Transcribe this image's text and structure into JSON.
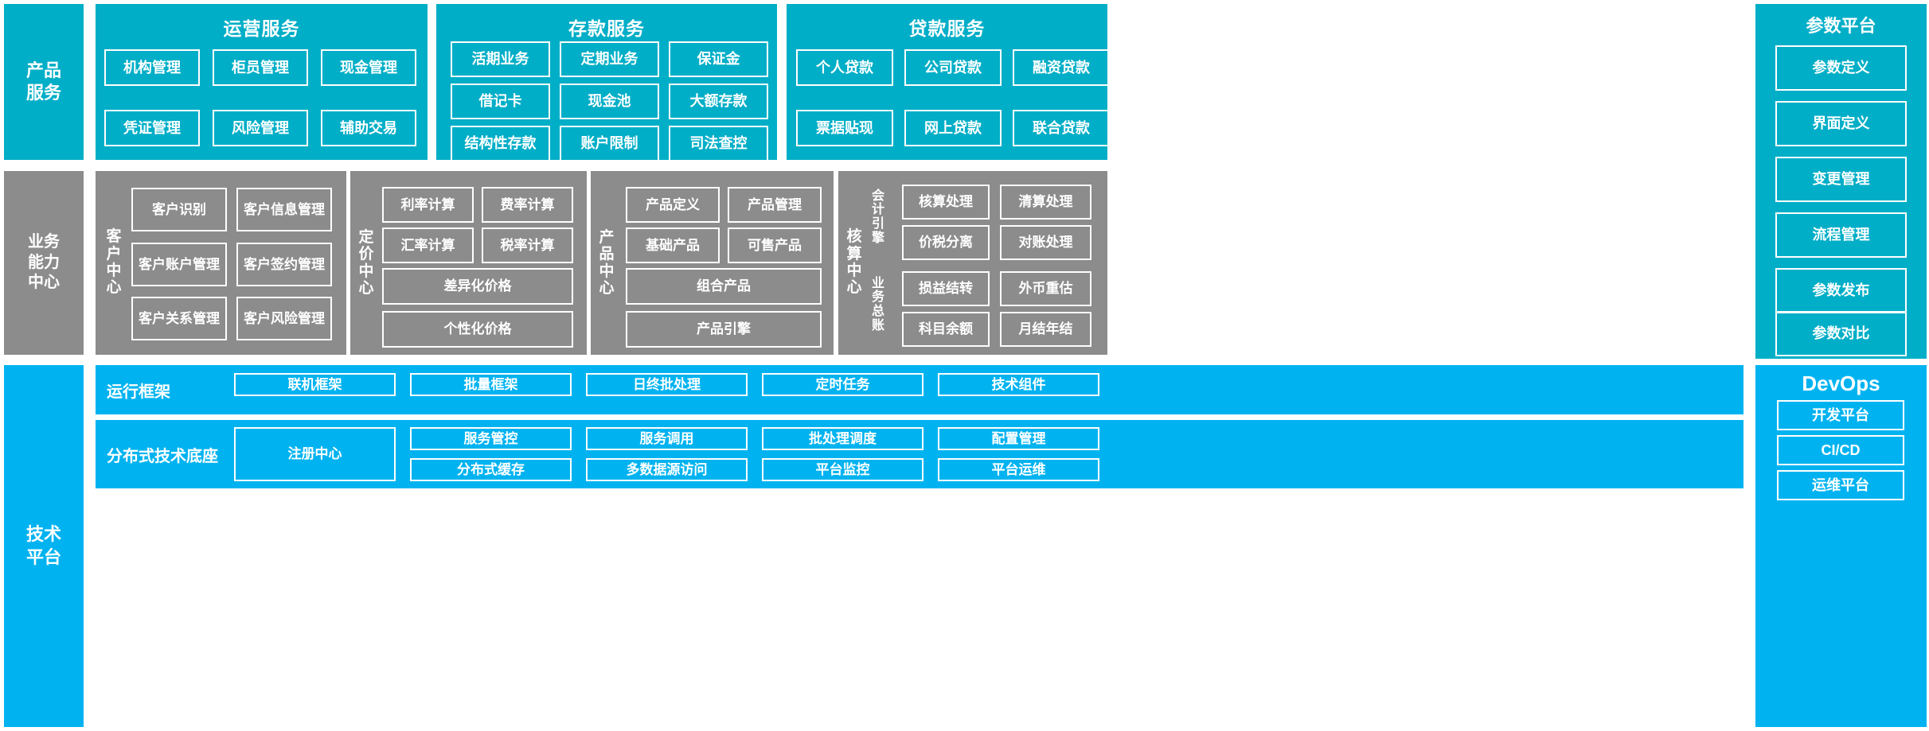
{
  "colors": {
    "teal": "#00AEC7",
    "gray": "#8C8C8C",
    "blue": "#00B3F0",
    "border": "#FFFFFF",
    "background": "#FFFFFF"
  },
  "layers": {
    "product_service": {
      "label": "产品\n服务",
      "label_lines": [
        "产品",
        "服务"
      ],
      "groups": [
        {
          "title": "运营服务",
          "tiles": [
            "机构管理",
            "柜员管理",
            "现金管理",
            "凭证管理",
            "风险管理",
            "辅助交易"
          ]
        },
        {
          "title": "存款服务",
          "tiles": [
            "活期业务",
            "定期业务",
            "保证金",
            "借记卡",
            "现金池",
            "大额存款",
            "结构性存款",
            "账户限制",
            "司法查控"
          ]
        },
        {
          "title": "贷款服务",
          "tiles": [
            "个人贷款",
            "公司贷款",
            "融资贷款",
            "票据贴现",
            "网上贷款",
            "联合贷款"
          ]
        }
      ]
    },
    "business_capability": {
      "label_lines": [
        "业务",
        "能力",
        "中心"
      ],
      "centers": [
        {
          "name": "客户中心",
          "tiles": [
            "客户识别",
            "客户信息管理",
            "客户账户管理",
            "客户签约管理",
            "客户关系管理",
            "客户风险管理"
          ]
        },
        {
          "name": "定价中心",
          "tiles": [
            "利率计算",
            "费率计算",
            "汇率计算",
            "税率计算",
            "差异化价格",
            "个性化价格"
          ]
        },
        {
          "name": "产品中心",
          "tiles": [
            "产品定义",
            "产品管理",
            "基础产品",
            "可售产品",
            "组合产品",
            "产品引擎"
          ]
        },
        {
          "name": "核算中心",
          "subgroups": [
            {
              "name": "会计引擎",
              "tiles": [
                "核算处理",
                "清算处理",
                "价税分离",
                "对账处理"
              ]
            },
            {
              "name": "业务总账",
              "tiles": [
                "损益结转",
                "外币重估",
                "科目余额",
                "月结年结"
              ]
            }
          ]
        }
      ]
    },
    "tech_platform": {
      "label_lines": [
        "技术",
        "平台"
      ],
      "rows": [
        {
          "name": "运行框架",
          "tiles": [
            "联机框架",
            "批量框架",
            "日终批处理",
            "定时任务",
            "技术组件"
          ]
        },
        {
          "name": "分布式技术底座",
          "wide_tile": "注册中心",
          "tiles_top": [
            "服务管控",
            "服务调用",
            "批处理调度",
            "配置管理"
          ],
          "tiles_bottom": [
            "分布式缓存",
            "多数据源访问",
            "平台监控",
            "平台运维"
          ]
        }
      ]
    }
  },
  "sidebar": {
    "param_platform": {
      "title": "参数平台",
      "items": [
        "参数定义",
        "界面定义",
        "变更管理",
        "流程管理",
        "参数发布",
        "参数对比"
      ]
    },
    "devops": {
      "title": "DevOps",
      "items": [
        "开发平台",
        "CI/CD",
        "运维平台"
      ]
    }
  }
}
